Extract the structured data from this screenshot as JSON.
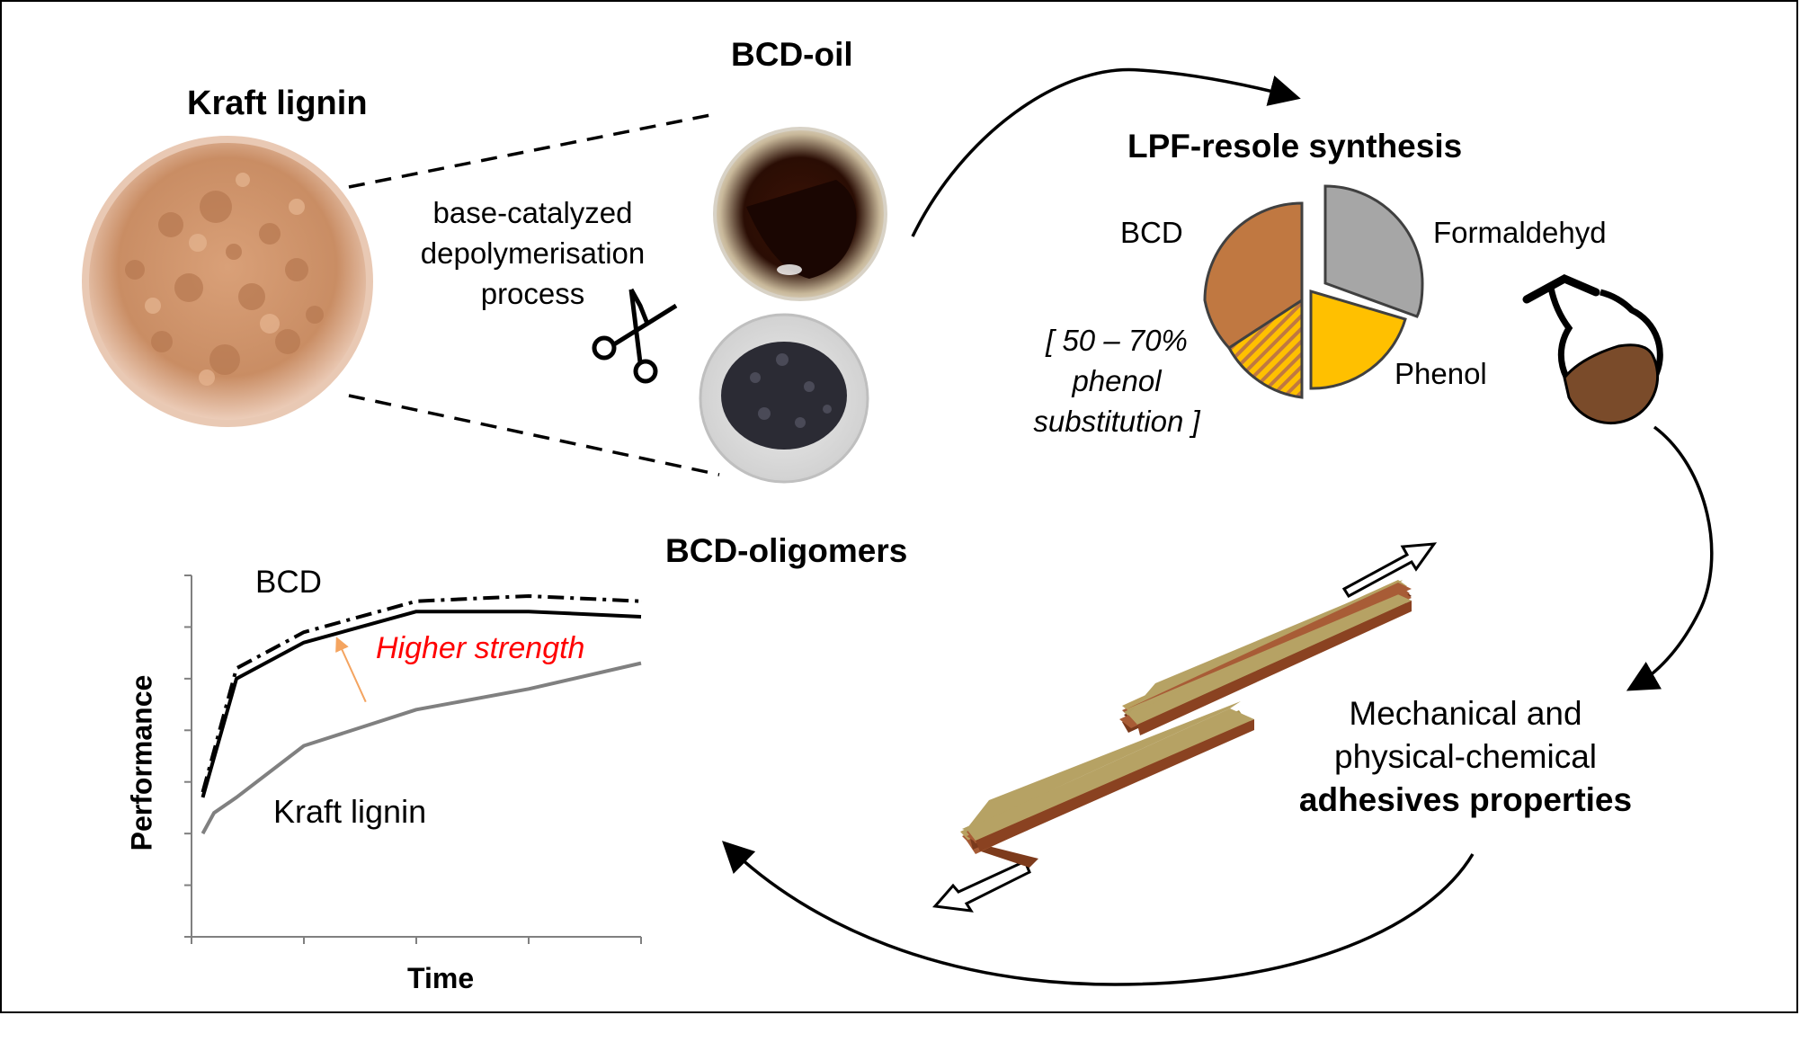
{
  "titles": {
    "kraft_lignin": "Kraft lignin",
    "bcd_oil": "BCD-oil",
    "bcd_oligomers": "BCD-oligomers",
    "lpf_synthesis": "LPF-resole synthesis"
  },
  "process": {
    "line1": "base-catalyzed",
    "line2": "depolymerisation",
    "line3": "process"
  },
  "pie": {
    "labels": {
      "bcd": "BCD",
      "formaldehyd": "Formaldehyd",
      "phenol": "Phenol"
    },
    "substitution": {
      "line1": "[ 50 – 70%",
      "line2": "phenol",
      "line3": "substitution ]"
    },
    "colors": {
      "bcd": "#c07841",
      "formaldehyd": "#a6a6a6",
      "phenol": "#ffc000",
      "phenol_hatch": "#e0a21f"
    }
  },
  "properties": {
    "line1": "Mechanical and",
    "line2": "physical-chemical",
    "line3": "adhesives properties"
  },
  "chart_data": {
    "type": "line",
    "xlabel": "Time",
    "ylabel": "Performance",
    "series": [
      {
        "name": "BCD",
        "style": "dash-dot",
        "color": "#000000",
        "x": [
          0.1,
          0.4,
          1,
          2,
          3,
          4
        ],
        "y": [
          2.8,
          5.2,
          5.9,
          6.5,
          6.6,
          6.5
        ]
      },
      {
        "name": "BCD",
        "style": "solid",
        "color": "#000000",
        "x": [
          0.1,
          0.4,
          1,
          2,
          3,
          4
        ],
        "y": [
          2.7,
          5.0,
          5.7,
          6.3,
          6.3,
          6.2
        ]
      },
      {
        "name": "Kraft lignin",
        "style": "solid",
        "color": "#808080",
        "x": [
          0.1,
          0.2,
          0.4,
          1,
          2,
          3,
          4
        ],
        "y": [
          2.0,
          2.4,
          2.7,
          3.7,
          4.4,
          4.8,
          5.3
        ]
      }
    ],
    "series_labels": {
      "bcd": "BCD",
      "kraft": "Kraft lignin"
    },
    "annotation": {
      "text": "Higher strength",
      "color": "#ff0000"
    },
    "xlim": [
      0,
      4
    ],
    "ylim": [
      0,
      7
    ]
  }
}
